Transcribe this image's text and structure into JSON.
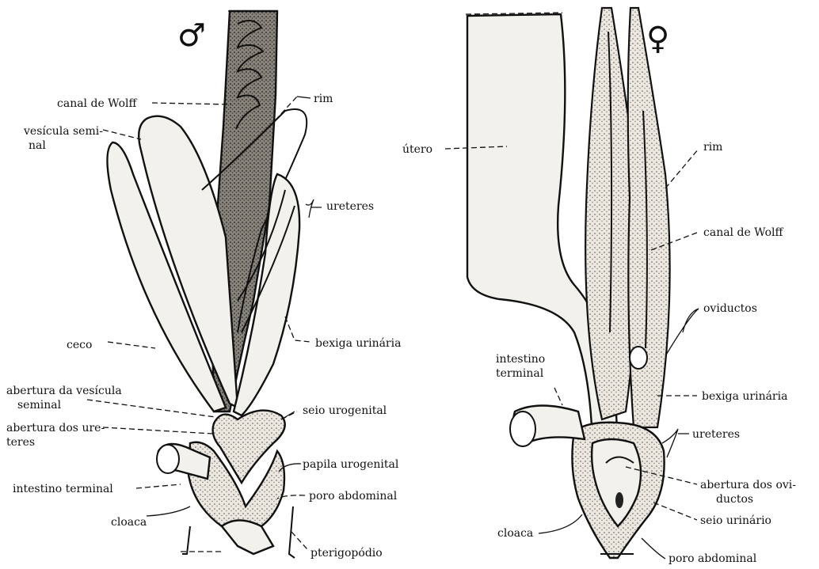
{
  "male": {
    "symbol": "♂",
    "labels": {
      "canal_wolff": "canal de Wolff",
      "vesicula_1": "vesícula semi-",
      "vesicula_2": "nal",
      "rim": "rim",
      "ureteres": "ureteres",
      "bexiga": "bexiga urinária",
      "ceco": "ceco",
      "abertura_vesicula_1": "abertura da vesícula",
      "abertura_vesicula_2": "seminal",
      "seio_urogenital": "seio urogenital",
      "abertura_ureteres_1": "abertura dos ure-",
      "abertura_ureteres_2": "teres",
      "papila": "papila urogenital",
      "intestino": "intestino terminal",
      "poro": "poro abdominal",
      "cloaca": "cloaca",
      "pterigopodio": "pterigopódio"
    }
  },
  "female": {
    "symbol": "♀",
    "labels": {
      "utero": "útero",
      "rim": "rim",
      "canal_wolff": "canal de Wolff",
      "oviductos": "oviductos",
      "intestino_1": "intestino",
      "intestino_2": "terminal",
      "bexiga": "bexiga urinária",
      "ureteres": "ureteres",
      "abertura_oviductos_1": "abertura dos ovi-",
      "abertura_oviductos_2": "ductos",
      "cloaca": "cloaca",
      "seio_urinario": "seio urinário",
      "poro": "poro abdominal"
    }
  }
}
